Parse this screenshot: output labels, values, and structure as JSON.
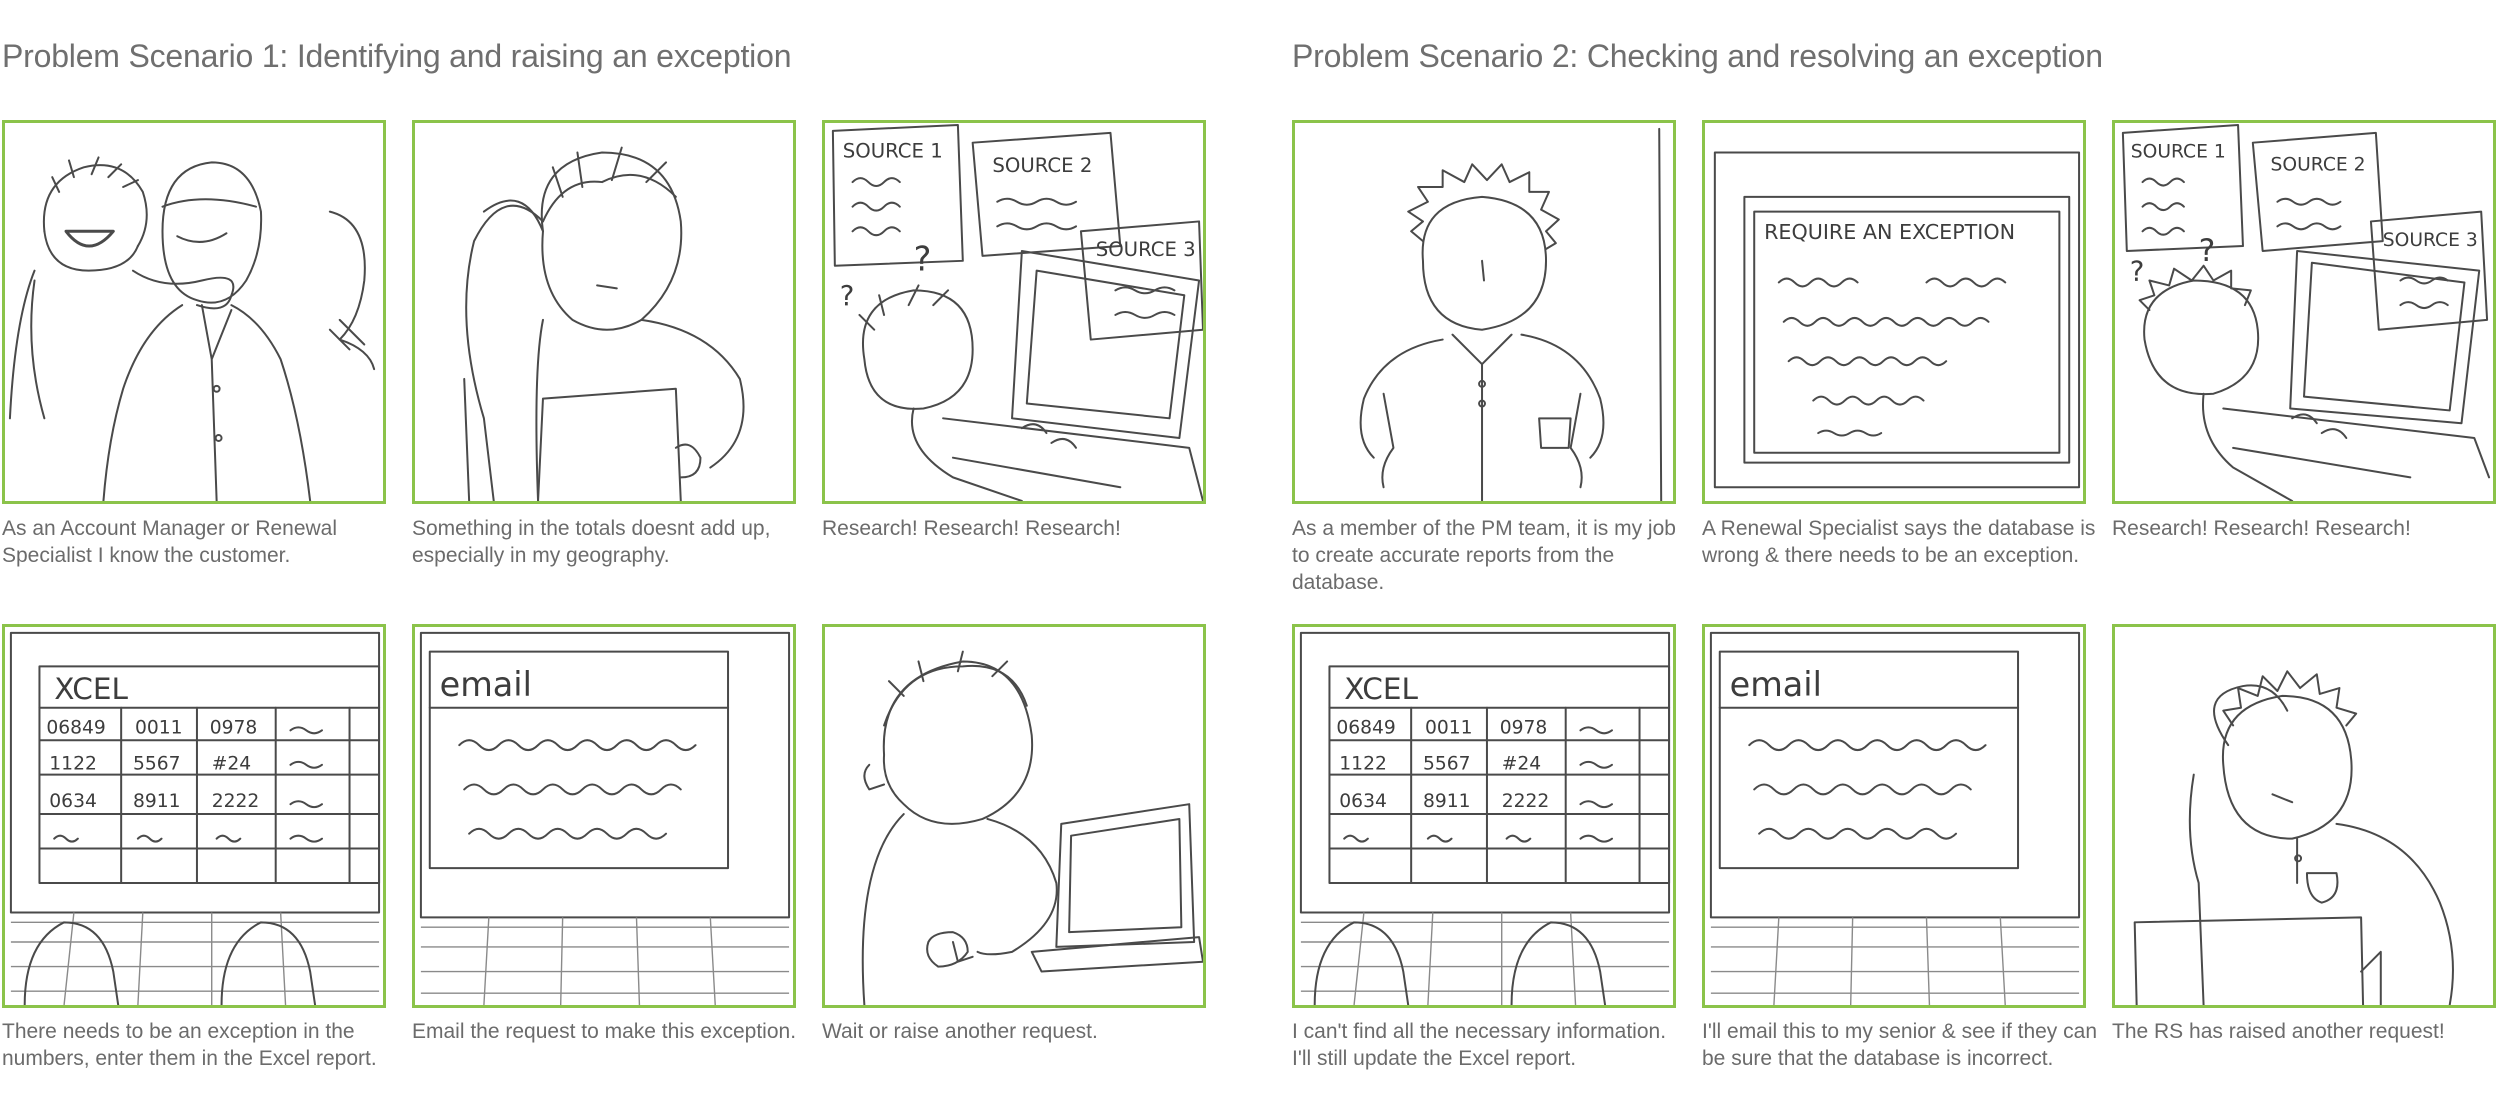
{
  "scenario1": {
    "title": "Problem Scenario 1: Identifying and raising an exception",
    "panels": [
      {
        "caption": "As an Account Manager or Renewal Specialist I know the customer."
      },
      {
        "caption": "Something in the totals doesnt add up, especially in my geography."
      },
      {
        "caption": "Research! Research! Research!",
        "notes": [
          "SOURCE 1",
          "SOURCE 2",
          "SOURCE 3"
        ]
      },
      {
        "caption": "There needs to be an exception in the numbers, enter them in the Excel report.",
        "screen_title": "XCEL",
        "cells": [
          [
            "06849",
            "0011",
            "0978"
          ],
          [
            "1122",
            "5567",
            "#24"
          ],
          [
            "0634",
            "8911",
            "2222"
          ]
        ]
      },
      {
        "caption": "Email the request to make this exception.",
        "screen_title": "email"
      },
      {
        "caption": "Wait or raise another request."
      }
    ]
  },
  "scenario2": {
    "title": "Problem Scenario 2: Checking and resolving an exception",
    "panels": [
      {
        "caption": "As a member of the PM team, it is my job to create accurate reports from the database."
      },
      {
        "caption": "A Renewal Specialist says the database is wrong & there needs to be an exception.",
        "screen_title": "REQUIRE AN EXCEPTION"
      },
      {
        "caption": "Research! Research! Research!",
        "notes": [
          "SOURCE 1",
          "SOURCE 2",
          "SOURCE 3"
        ]
      },
      {
        "caption": "I can't find all the necessary information. I'll still update the Excel report.",
        "screen_title": "XCEL",
        "cells": [
          [
            "06849",
            "0011",
            "0978"
          ],
          [
            "1122",
            "5567",
            "#24"
          ],
          [
            "0634",
            "8911",
            "2222"
          ]
        ]
      },
      {
        "caption": "I'll email this to my senior & see if they can be sure that the database is incorrect.",
        "screen_title": "email"
      },
      {
        "caption": "The RS has raised another request!"
      }
    ]
  },
  "colors": {
    "panel_border": "#8bc34a",
    "text": "#6b6b6b",
    "sketch": "#4a4a4a"
  }
}
